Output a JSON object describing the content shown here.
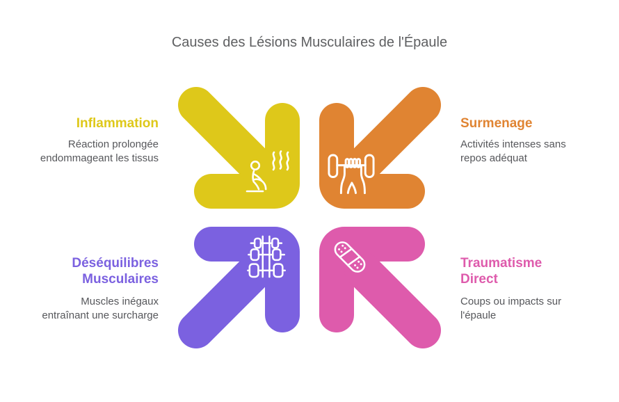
{
  "title": "Causes des Lésions Musculaires de l'Épaule",
  "title_color": "#5E5F61",
  "body_text_color": "#56575B",
  "sections": {
    "inflammation": {
      "title": "Inflammation",
      "description": "Réaction prolongée\nendommageant les tissus",
      "color": "#DEC81A",
      "icon": "sauna-person-icon",
      "arrow_direction": "down-right"
    },
    "surmenage": {
      "title": "Surmenage",
      "description": "Activités intenses sans\nrepos adéquat",
      "color": "#E08432",
      "icon": "hand-dumbbell-icon",
      "arrow_direction": "down-left"
    },
    "desequilibres": {
      "title": "Déséquilibres\nMusculaires",
      "description": "Muscles inégaux\nentraînant une surcharge",
      "color": "#7B61E0",
      "icon": "dumbbell-rack-icon",
      "arrow_direction": "up-right"
    },
    "traumatisme": {
      "title": "Traumatisme\nDirect",
      "description": "Coups ou impacts sur\nl'épaule",
      "color": "#DE5BAC",
      "icon": "bandage-icon",
      "arrow_direction": "up-left"
    }
  }
}
